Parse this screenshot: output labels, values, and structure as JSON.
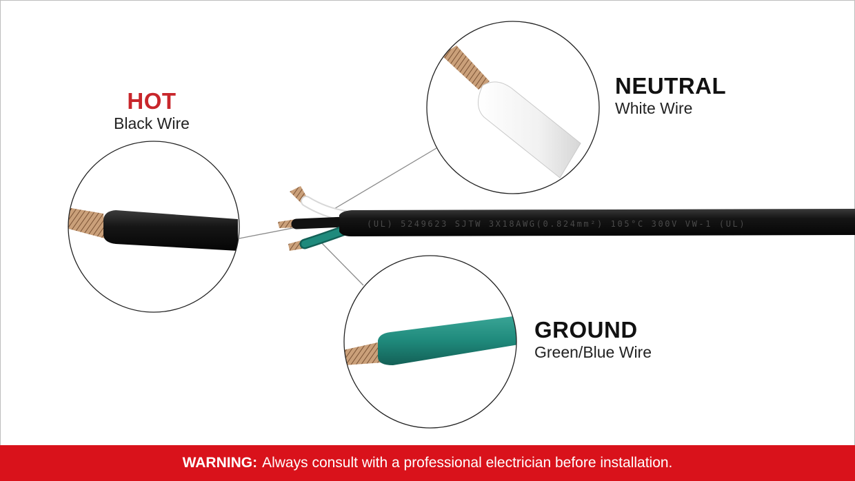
{
  "colors": {
    "hot_accent": "#c8262b",
    "text": "#111111",
    "banner": "#d9121b",
    "banner_text": "#ffffff",
    "neutral_wire": "#ffffff",
    "hot_wire": "#1a1a1a",
    "ground_wire": "#1f8a7c",
    "copper": "#b8865a"
  },
  "labels": {
    "hot": {
      "title": "HOT",
      "subtitle": "Black Wire"
    },
    "neutral": {
      "title": "NEUTRAL",
      "subtitle": "White Wire"
    },
    "ground": {
      "title": "GROUND",
      "subtitle": "Green/Blue Wire"
    }
  },
  "cable": {
    "jacket_print": "(UL) 5249623 SJTW 3X18AWG(0.824mm²) 105°C 300V VW-1 (UL)"
  },
  "icons": [
    "copper-strand-icon"
  ],
  "warning": {
    "label": "WARNING:",
    "text": "Always consult with a professional electrician before installation."
  }
}
